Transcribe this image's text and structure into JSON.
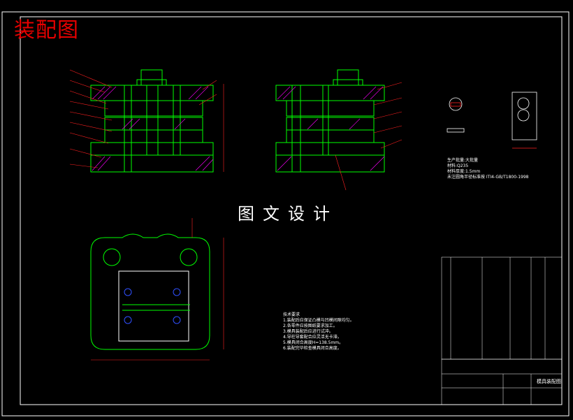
{
  "drawing": {
    "stamp_text": "装配图",
    "watermark": "图文设计",
    "colors": {
      "background": "#000000",
      "frame": "#ffffff",
      "part_green": "#00ff00",
      "dimension_red": "#ff2020",
      "hatch_magenta": "#ff00ff",
      "hole_blue": "#3050ff",
      "stamp_red": "#e60000"
    }
  },
  "part_notes": {
    "lines": [
      "生产批量:大批量",
      "材料:Q235",
      "材料厚度:1.5mm",
      "未注圆角半径标准按 ITI4-GB/T1800-1998"
    ]
  },
  "tech_requirements": {
    "title": "技术要求",
    "items": [
      "1.装配后应保证凸模与凹模间隙均匀。",
      "2.各零件应按图纸要求加工。",
      "3.模具装配后应进行试冲。",
      "4.导柱导套配合应灵活无卡滞。",
      "5.模具闭合高度H=138.5mm。",
      "6.装配完毕检查模具闭合高度。"
    ]
  },
  "title_block": {
    "drawing_name": "模具装配图"
  }
}
